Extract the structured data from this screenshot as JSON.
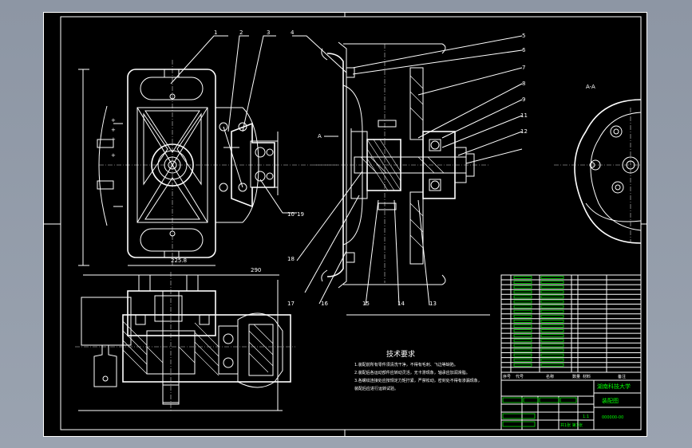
{
  "part_labels_top": [
    "1",
    "2",
    "3",
    "4",
    "5",
    "6",
    "7",
    "8",
    "9",
    "10",
    "11",
    "12"
  ],
  "part_labels_bottom": [
    "13",
    "14",
    "15",
    "16",
    "17",
    "18",
    "19"
  ],
  "section_mark": "A",
  "section_view_label": "A-A",
  "tech_req": {
    "title": "技术要求",
    "lines": [
      "1.装配前所有零件须清洗干净，不得有毛刺、飞边等缺陷。",
      "2.装配后各运动部件应转动灵活，无卡滞现象，轴承应加润滑脂。",
      "3.各螺纹连接处应按规定力矩拧紧，严禁松动，密封处不得有渗漏现象，",
      "装配后应进行运转试验。"
    ]
  },
  "title_block": {
    "school": "湖南科技大学",
    "drawing_name": "装配图",
    "drawing_no": "000000-00",
    "scale_text": "1:1",
    "sheet_text": "共1张 第1张",
    "header_cols": [
      "序号",
      "代号",
      "名称",
      "数量",
      "材料",
      "备注"
    ]
  },
  "colors": {
    "background": "#000000",
    "lines": "#ffffff",
    "title_block": "#00ff00",
    "workspace": "#8f98a6"
  }
}
